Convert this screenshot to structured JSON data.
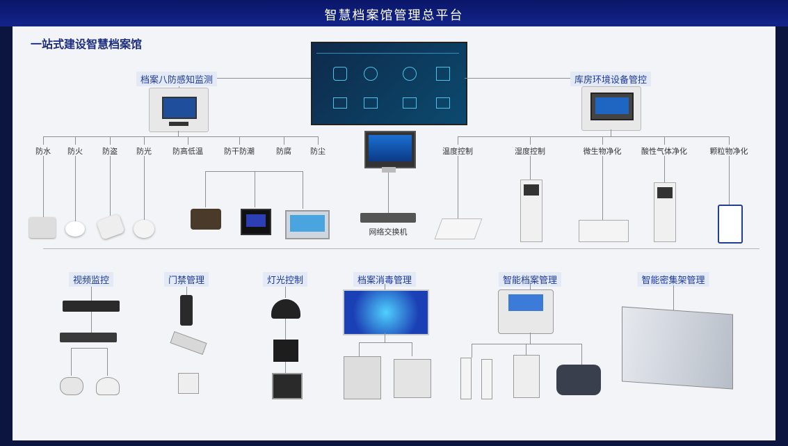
{
  "header": {
    "title": "智慧档案馆管理总平台"
  },
  "panel": {
    "subtitle": "一站式建设智慧档案馆"
  },
  "left_monitor": {
    "title": "档案八防感知监测",
    "items": [
      "防水",
      "防火",
      "防盗",
      "防光",
      "防高低温",
      "防干防潮",
      "防腐",
      "防尘"
    ]
  },
  "right_env": {
    "title": "库房环境设备管控",
    "items": [
      "温度控制",
      "湿度控制",
      "微生物净化",
      "酸性气体净化",
      "颗粒物净化"
    ]
  },
  "switch": {
    "label": "网络交换机"
  },
  "bottom": {
    "items": [
      "视频监控",
      "门禁管理",
      "灯光控制",
      "档案消毒管理",
      "智能档案管理",
      "智能密集架管理"
    ]
  },
  "colors": {
    "header": "#0a1668",
    "panel": "#f2f4f7",
    "label_blue": "#1c3aa0",
    "line": "#8a8f99"
  }
}
